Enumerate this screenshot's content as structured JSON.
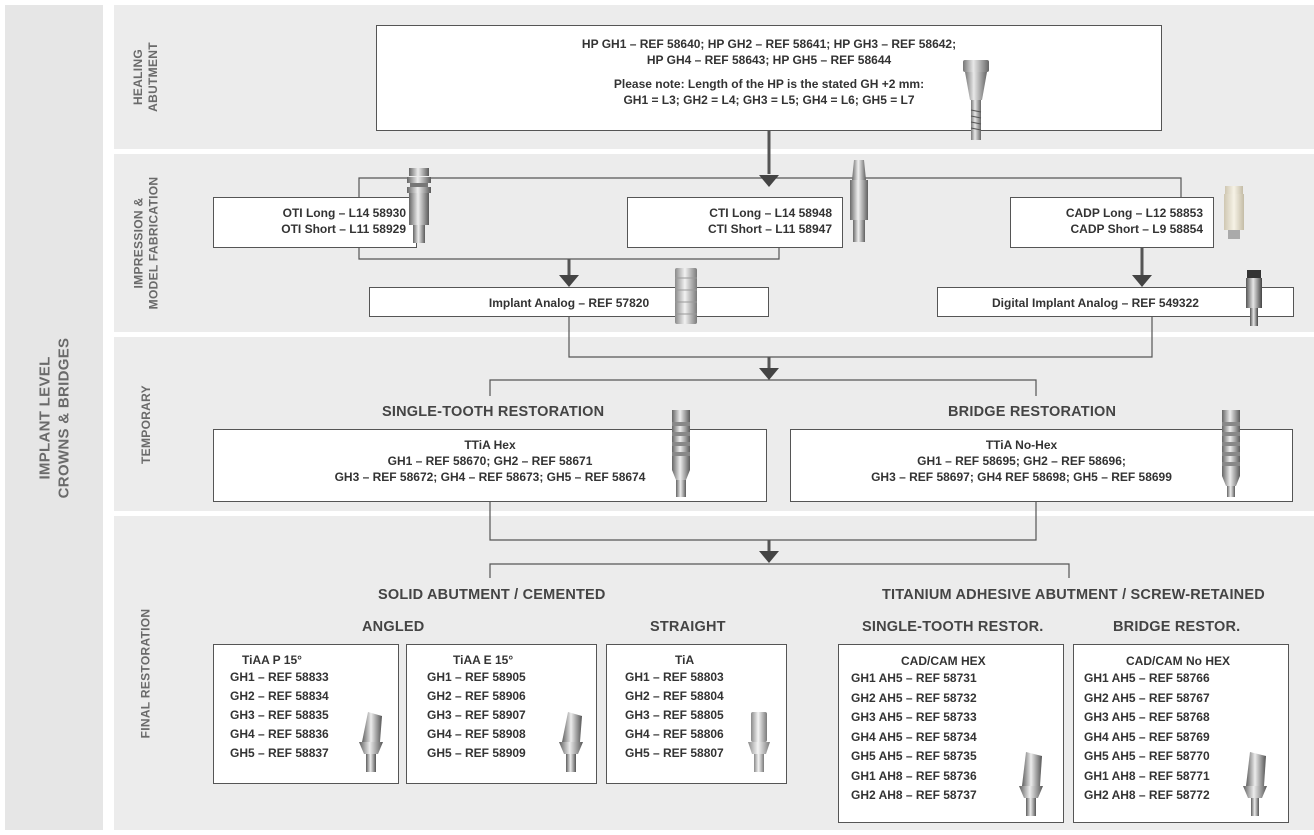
{
  "side_label": [
    "IMPLANT LEVEL",
    "CROWNS & BRIDGES"
  ],
  "sections": {
    "healing": {
      "label": [
        "HEALING",
        "ABUTMENT"
      ]
    },
    "impression": {
      "label": [
        "IMPRESSION &",
        "MODEL FABRICATION"
      ]
    },
    "temporary": {
      "label": [
        "TEMPORARY"
      ]
    },
    "final": {
      "label": [
        "FINAL RESTORATION"
      ]
    }
  },
  "healing_box": {
    "lines": [
      "HP GH1 – REF 58640; HP GH2 – REF 58641; HP GH3 – REF 58642;",
      "HP GH4 – REF 58643; HP GH5 – REF 58644"
    ],
    "note": [
      "Please note: Length of the HP is the stated GH +2 mm:",
      "GH1 = L3; GH2 = L4; GH3 = L5; GH4 = L6; GH5 = L7"
    ]
  },
  "impression": {
    "oti": [
      "OTI Long – L14 58930",
      "OTI Short – L11 58929"
    ],
    "cti": [
      "CTI Long – L14 58948",
      "CTI Short – L11 58947"
    ],
    "cadp": [
      "CADP Long – L12 58853",
      "CADP Short – L9 58854"
    ],
    "implant_analog": "Implant Analog – REF 57820",
    "digital_analog": "Digital Implant Analog – REF 549322"
  },
  "temporary": {
    "single_heading": "SINGLE-TOOTH RESTORATION",
    "bridge_heading": "BRIDGE RESTORATION",
    "single_box": [
      "TTiA Hex",
      "GH1 – REF 58670; GH2 – REF 58671",
      "GH3 – REF 58672; GH4 – REF 58673; GH5 – REF 58674"
    ],
    "bridge_box": [
      "TTiA No-Hex",
      "GH1 – REF 58695; GH2 – REF 58696;",
      "GH3 – REF 58697; GH4 REF 58698; GH5 – REF 58699"
    ]
  },
  "final": {
    "solid_heading": "SOLID ABUTMENT / CEMENTED",
    "titanium_heading": "TITANIUM ADHESIVE ABUTMENT / SCREW-RETAINED",
    "angled_heading": "ANGLED",
    "straight_heading": "STRAIGHT",
    "single_heading": "SINGLE-TOOTH RESTOR.",
    "bridge_heading": "BRIDGE RESTOR.",
    "tiaa_p": {
      "title": "TiAA P 15°",
      "items": [
        "GH1 – REF 58833",
        "GH2 – REF 58834",
        "GH3 – REF 58835",
        "GH4 – REF 58836",
        "GH5 – REF 58837"
      ]
    },
    "tiaa_e": {
      "title": "TiAA E 15°",
      "items": [
        "GH1 – REF 58905",
        "GH2 – REF 58906",
        "GH3 – REF 58907",
        "GH4 – REF 58908",
        "GH5 – REF 58909"
      ]
    },
    "tia": {
      "title": "TiA",
      "items": [
        "GH1 – REF 58803",
        "GH2 – REF 58804",
        "GH3 – REF 58805",
        "GH4 – REF 58806",
        "GH5 – REF 58807"
      ]
    },
    "cadcam_hex": {
      "title": "CAD/CAM HEX",
      "items": [
        "GH1 AH5 – REF 58731",
        "GH2 AH5 – REF 58732",
        "GH3 AH5 – REF 58733",
        "GH4 AH5 – REF 58734",
        "GH5 AH5 – REF 58735",
        "GH1 AH8 – REF 58736",
        "GH2 AH8 – REF 58737"
      ]
    },
    "cadcam_nohex": {
      "title": "CAD/CAM No HEX",
      "items": [
        "GH1 AH5 – REF 58766",
        "GH2 AH5 – REF 58767",
        "GH3 AH5 – REF 58768",
        "GH4 AH5 – REF 58769",
        "GH5 AH5 – REF 58770",
        "GH1 AH8 – REF 58771",
        "GH2 AH8 – REF 58772"
      ]
    }
  },
  "colors": {
    "band": "#ececec",
    "side": "#e6e6e6",
    "text": "#333333",
    "label": "#6a6a6a",
    "line": "#555555",
    "arrow": "#444444"
  }
}
